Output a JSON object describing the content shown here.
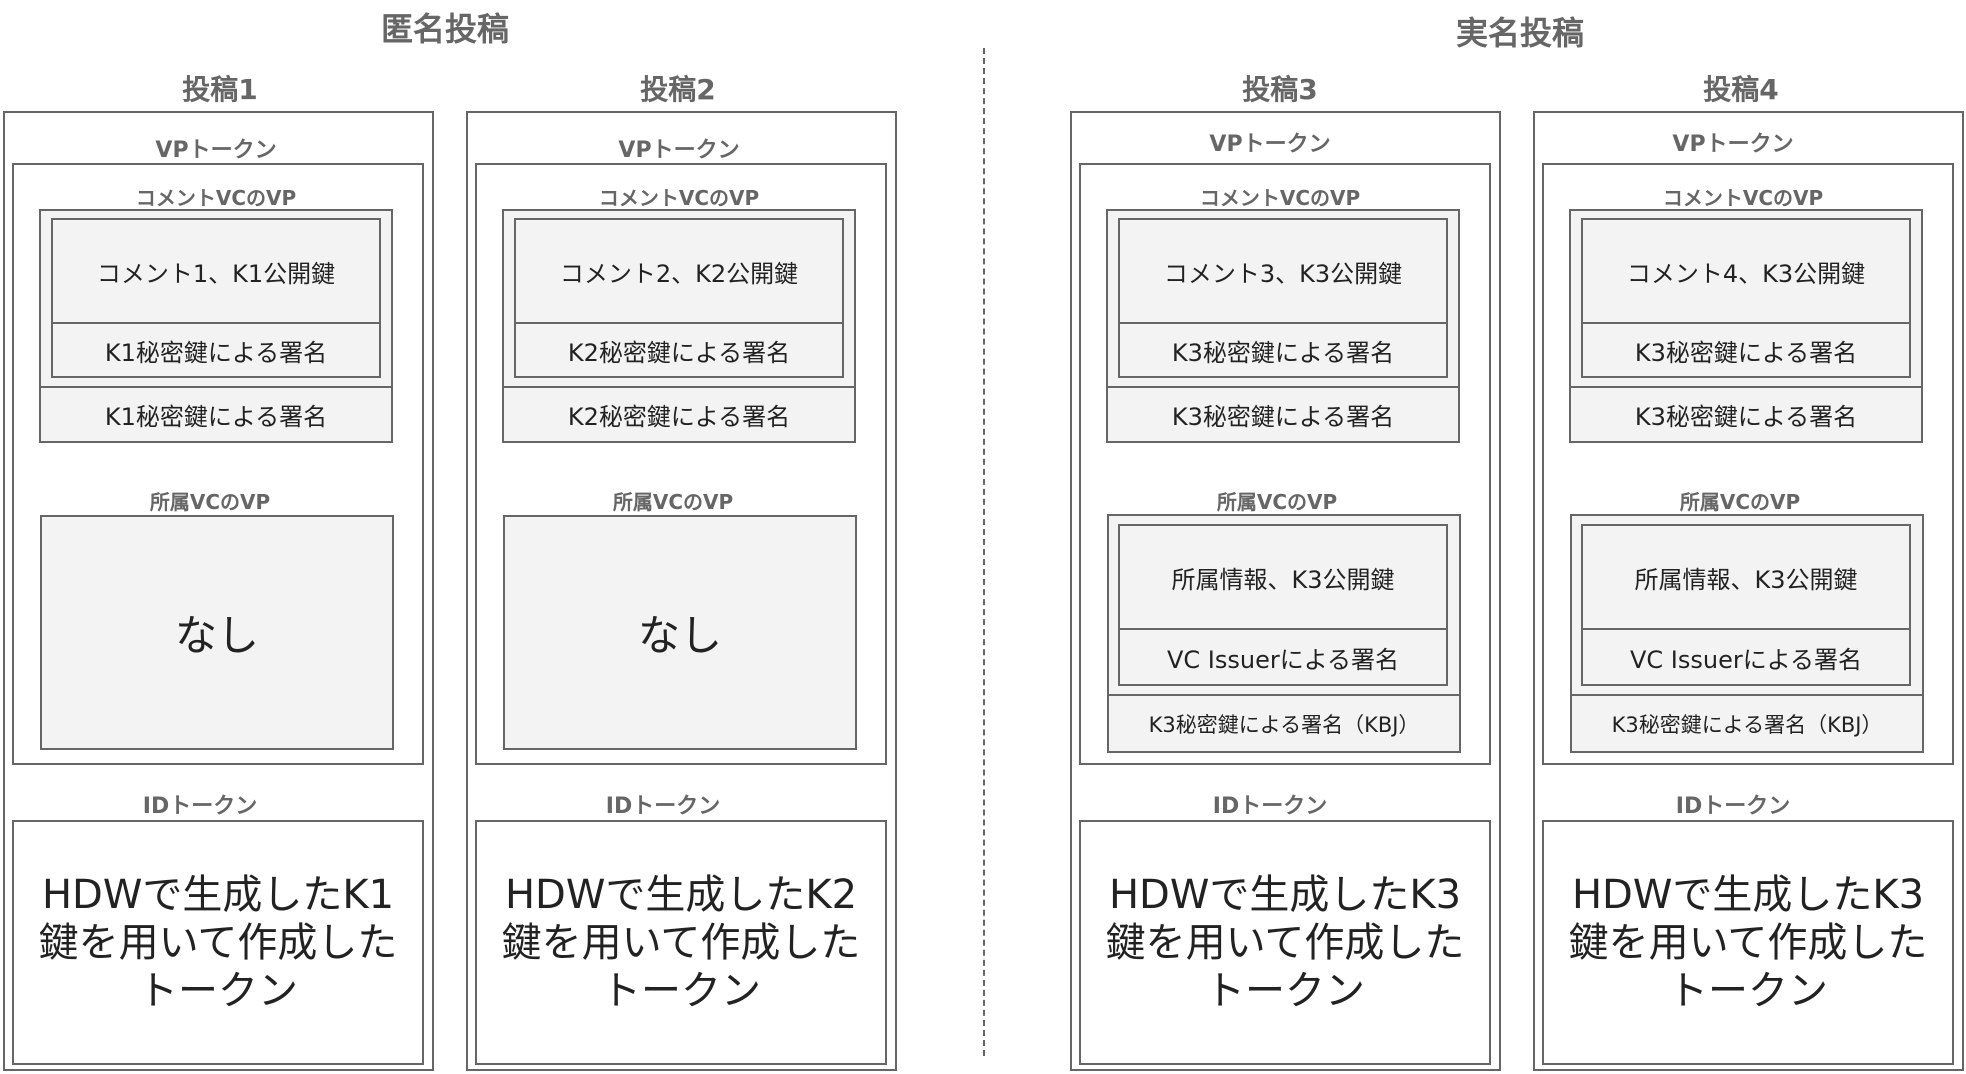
{
  "groups": {
    "anonymous": "匿名投稿",
    "named": "実名投稿"
  },
  "labels": {
    "vp_token": "VPトークン",
    "comment_vc_vp": "コメントVCのVP",
    "affiliation_vc_vp": "所属VCのVP",
    "id_token": "IDトークン"
  },
  "posts": [
    {
      "title": "投稿1",
      "comment": "コメント1、K1公開鍵",
      "inner_signature": "K1秘密鍵による署名",
      "outer_signature": "K1秘密鍵による署名",
      "affiliation_none": "なし",
      "id_token_text": "HDWで生成したK1鍵を用いて作成したトークン"
    },
    {
      "title": "投稿2",
      "comment": "コメント2、K2公開鍵",
      "inner_signature": "K2秘密鍵による署名",
      "outer_signature": "K2秘密鍵による署名",
      "affiliation_none": "なし",
      "id_token_text": "HDWで生成したK2鍵を用いて作成したトークン"
    },
    {
      "title": "投稿3",
      "comment": "コメント3、K3公開鍵",
      "inner_signature": "K3秘密鍵による署名",
      "outer_signature": "K3秘密鍵による署名",
      "affiliation_info": "所属情報、K3公開鍵",
      "affiliation_issuer_signature": "VC Issuerによる署名",
      "affiliation_kbj_signature": "K3秘密鍵による署名（KBJ）",
      "id_token_text": "HDWで生成したK3鍵を用いて作成したトークン"
    },
    {
      "title": "投稿4",
      "comment": "コメント4、K3公開鍵",
      "inner_signature": "K3秘密鍵による署名",
      "outer_signature": "K3秘密鍵による署名",
      "affiliation_info": "所属情報、K3公開鍵",
      "affiliation_issuer_signature": "VC Issuerによる署名",
      "affiliation_kbj_signature": "K3秘密鍵による署名（KBJ）",
      "id_token_text": "HDWで生成したK3鍵を用いて作成したトークン"
    }
  ]
}
